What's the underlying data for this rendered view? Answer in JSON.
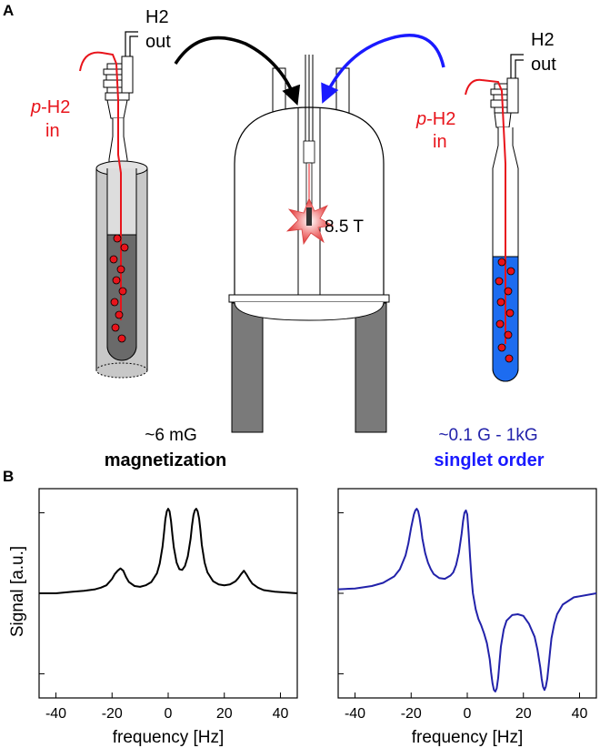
{
  "panel_a": {
    "label": "A",
    "left_tube": {
      "h2_out": "H2",
      "h2_out_word": "out",
      "ph2_in_prefix": "p",
      "ph2_in_body": "-H2",
      "ph2_in_word": "in"
    },
    "right_tube": {
      "h2_out": "H2",
      "h2_out_word": "out",
      "ph2_in_prefix": "p",
      "ph2_in_body": "-H2",
      "ph2_in_word": "in"
    },
    "field_label": "8.5 T",
    "left_caption": {
      "field": "~6 mG",
      "mode": "magnetization"
    },
    "right_caption": {
      "field": "~0.1 G - 1kG",
      "mode": "singlet order"
    }
  },
  "panel_b": {
    "label": "B"
  },
  "colors": {
    "red": "#e8141b",
    "blue": "#1a1aff",
    "dark_blue": "#2222aa",
    "liquid_blue": "#1d6cf0",
    "liquid_gray": "#6a6a6a",
    "magnet_gray": "#7a7a7a"
  },
  "chart_data": [
    {
      "type": "line",
      "title": "",
      "xlabel": "frequency [Hz]",
      "ylabel": "Signal [a.u.]",
      "xlim": [
        -46,
        46
      ],
      "ylim": [
        -1.3,
        1.3
      ],
      "xticks": [
        -40,
        -20,
        0,
        20,
        40
      ],
      "xtick_labels": [
        "-40",
        "-20",
        "0",
        "20",
        "40"
      ],
      "series": [
        {
          "color": "#000000",
          "x": [
            -46,
            -40,
            -34,
            -30,
            -26,
            -24,
            -22,
            -20,
            -19,
            -18,
            -17,
            -16,
            -15,
            -14,
            -12,
            -10,
            -8,
            -6,
            -4,
            -3,
            -2,
            -1.5,
            -1,
            -0.5,
            0,
            0.5,
            1,
            1.5,
            2,
            3,
            4,
            5,
            6,
            7,
            8,
            8.5,
            9,
            9.5,
            10,
            10.5,
            11,
            11.5,
            12,
            13,
            14,
            16,
            18,
            20,
            22,
            24,
            25,
            26,
            27,
            28,
            29,
            30,
            32,
            34,
            38,
            46
          ],
          "y": [
            0.0,
            0.0,
            0.02,
            0.03,
            0.05,
            0.07,
            0.1,
            0.18,
            0.24,
            0.28,
            0.31,
            0.28,
            0.2,
            0.14,
            0.09,
            0.08,
            0.1,
            0.14,
            0.25,
            0.37,
            0.58,
            0.75,
            0.92,
            1.02,
            1.05,
            1.02,
            0.9,
            0.73,
            0.57,
            0.38,
            0.3,
            0.29,
            0.34,
            0.46,
            0.68,
            0.84,
            0.97,
            1.03,
            1.05,
            1.02,
            0.93,
            0.78,
            0.6,
            0.38,
            0.26,
            0.15,
            0.11,
            0.1,
            0.11,
            0.15,
            0.19,
            0.24,
            0.28,
            0.23,
            0.17,
            0.12,
            0.07,
            0.04,
            0.02,
            0.0
          ]
        }
      ]
    },
    {
      "type": "line",
      "title": "",
      "xlabel": "frequency [Hz]",
      "ylabel": "",
      "xlim": [
        -46,
        46
      ],
      "ylim": [
        -1.3,
        1.3
      ],
      "xticks": [
        -40,
        -20,
        0,
        20,
        40
      ],
      "xtick_labels": [
        "-40",
        "-20",
        "0",
        "20",
        "40"
      ],
      "series": [
        {
          "color": "#2222aa",
          "x": [
            -46,
            -40,
            -34,
            -30,
            -26,
            -24,
            -22,
            -21,
            -20,
            -19,
            -18.5,
            -18,
            -17.5,
            -17,
            -16.5,
            -16,
            -15,
            -14,
            -13,
            -12,
            -10,
            -8,
            -6,
            -5,
            -4,
            -3,
            -2,
            -1.5,
            -1,
            -0.5,
            0,
            0.5,
            1,
            1.5,
            2,
            3,
            4,
            5,
            6,
            7,
            8,
            8.5,
            9,
            9.5,
            10,
            10.5,
            11,
            11.5,
            12,
            13,
            14,
            16,
            18,
            20,
            22,
            24,
            25,
            26,
            26.5,
            27,
            27.5,
            28,
            28.5,
            29,
            29.5,
            30,
            31,
            32,
            34,
            38,
            46
          ],
          "y": [
            0.05,
            0.06,
            0.09,
            0.13,
            0.21,
            0.3,
            0.47,
            0.62,
            0.82,
            0.98,
            1.03,
            1.05,
            1.02,
            0.94,
            0.82,
            0.68,
            0.5,
            0.38,
            0.3,
            0.24,
            0.19,
            0.18,
            0.22,
            0.26,
            0.35,
            0.5,
            0.74,
            0.9,
            1.0,
            1.03,
            0.98,
            0.75,
            0.45,
            0.2,
            0.0,
            -0.2,
            -0.32,
            -0.4,
            -0.5,
            -0.62,
            -0.82,
            -0.98,
            -1.12,
            -1.2,
            -1.22,
            -1.18,
            -1.05,
            -0.85,
            -0.66,
            -0.45,
            -0.34,
            -0.27,
            -0.26,
            -0.28,
            -0.38,
            -0.54,
            -0.7,
            -0.92,
            -1.06,
            -1.16,
            -1.2,
            -1.16,
            -1.06,
            -0.9,
            -0.72,
            -0.56,
            -0.38,
            -0.26,
            -0.14,
            -0.05,
            0.0
          ]
        }
      ]
    }
  ]
}
